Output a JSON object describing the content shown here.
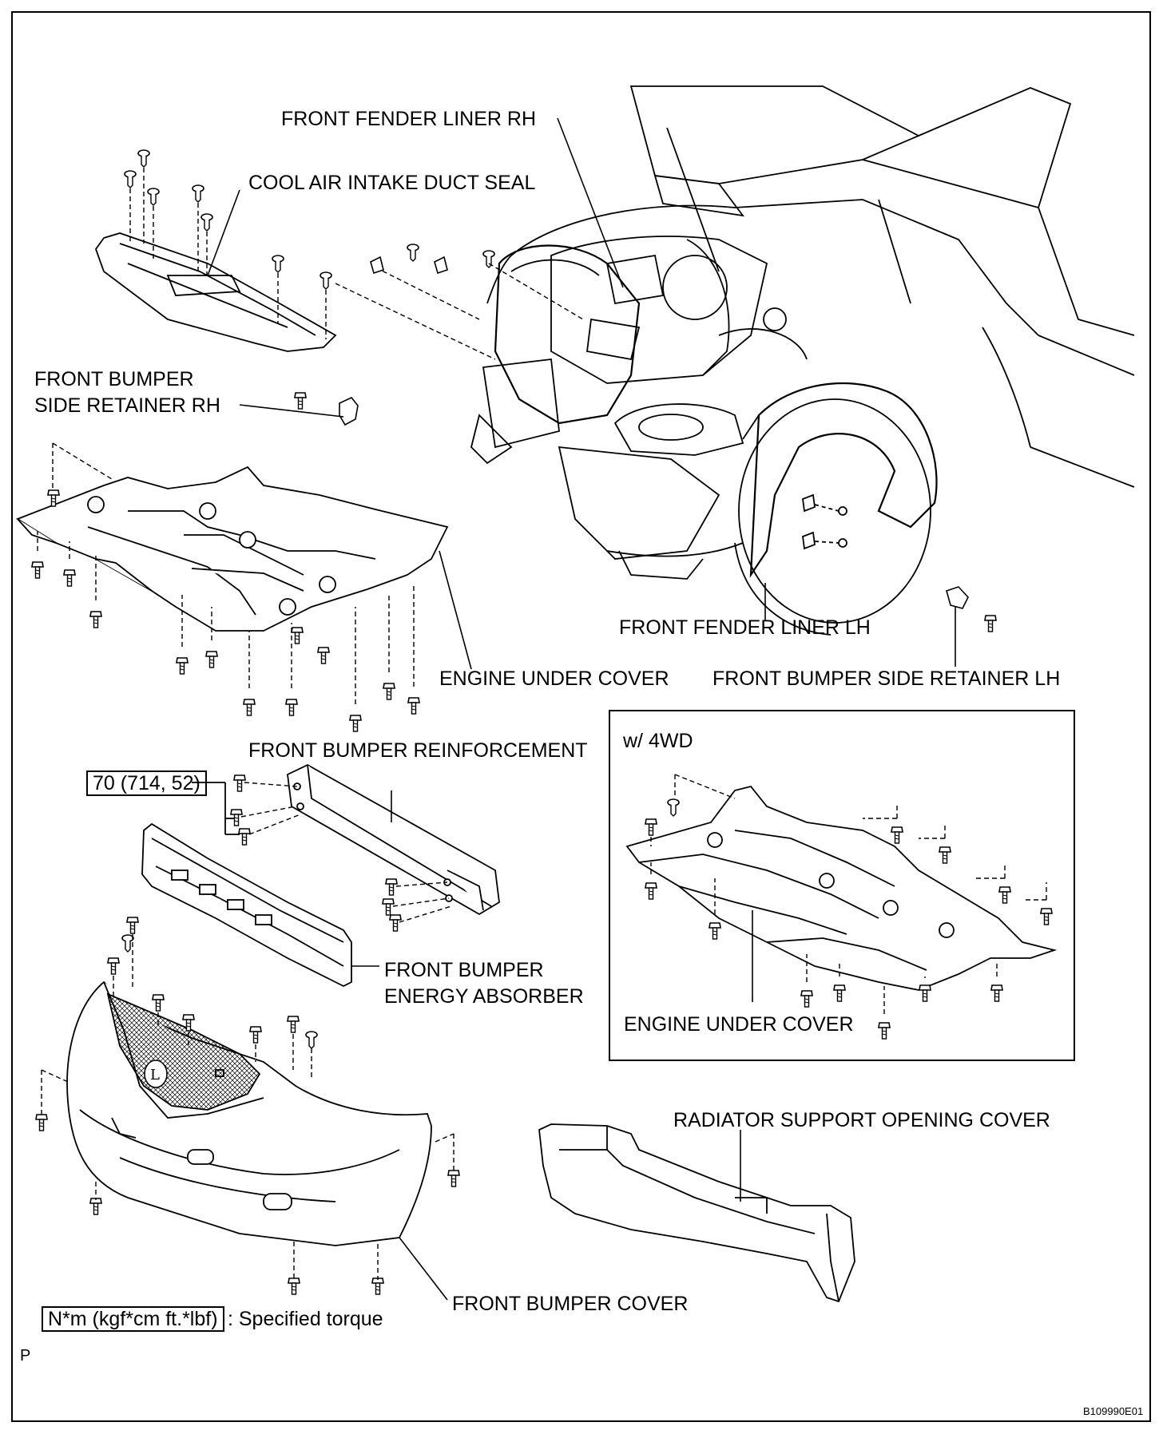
{
  "labels": {
    "front_fender_liner_rh": "FRONT FENDER LINER RH",
    "cool_air_intake_duct_seal": "COOL AIR INTAKE DUCT SEAL",
    "front_bumper_side_retainer_rh_line1": "FRONT BUMPER",
    "front_bumper_side_retainer_rh_line2": "SIDE RETAINER RH",
    "front_fender_liner_lh": "FRONT FENDER LINER LH",
    "engine_under_cover": "ENGINE UNDER COVER",
    "front_bumper_side_retainer_lh": "FRONT BUMPER SIDE RETAINER LH",
    "front_bumper_reinforcement": "FRONT BUMPER REINFORCEMENT",
    "torque_value": "70 (714, 52)",
    "front_bumper_energy_absorber_line1": "FRONT BUMPER",
    "front_bumper_energy_absorber_line2": "ENERGY ABSORBER",
    "radiator_support_opening_cover": "RADIATOR SUPPORT OPENING COVER",
    "front_bumper_cover": "FRONT BUMPER COVER"
  },
  "inset": {
    "title": "w/ 4WD",
    "engine_under_cover": "ENGINE UNDER COVER"
  },
  "legend": {
    "unit_box": "N*m (kgf*cm ft.*lbf)",
    "description": ": Specified torque"
  },
  "corner_mark": "P",
  "figure_id": "B109990E01"
}
